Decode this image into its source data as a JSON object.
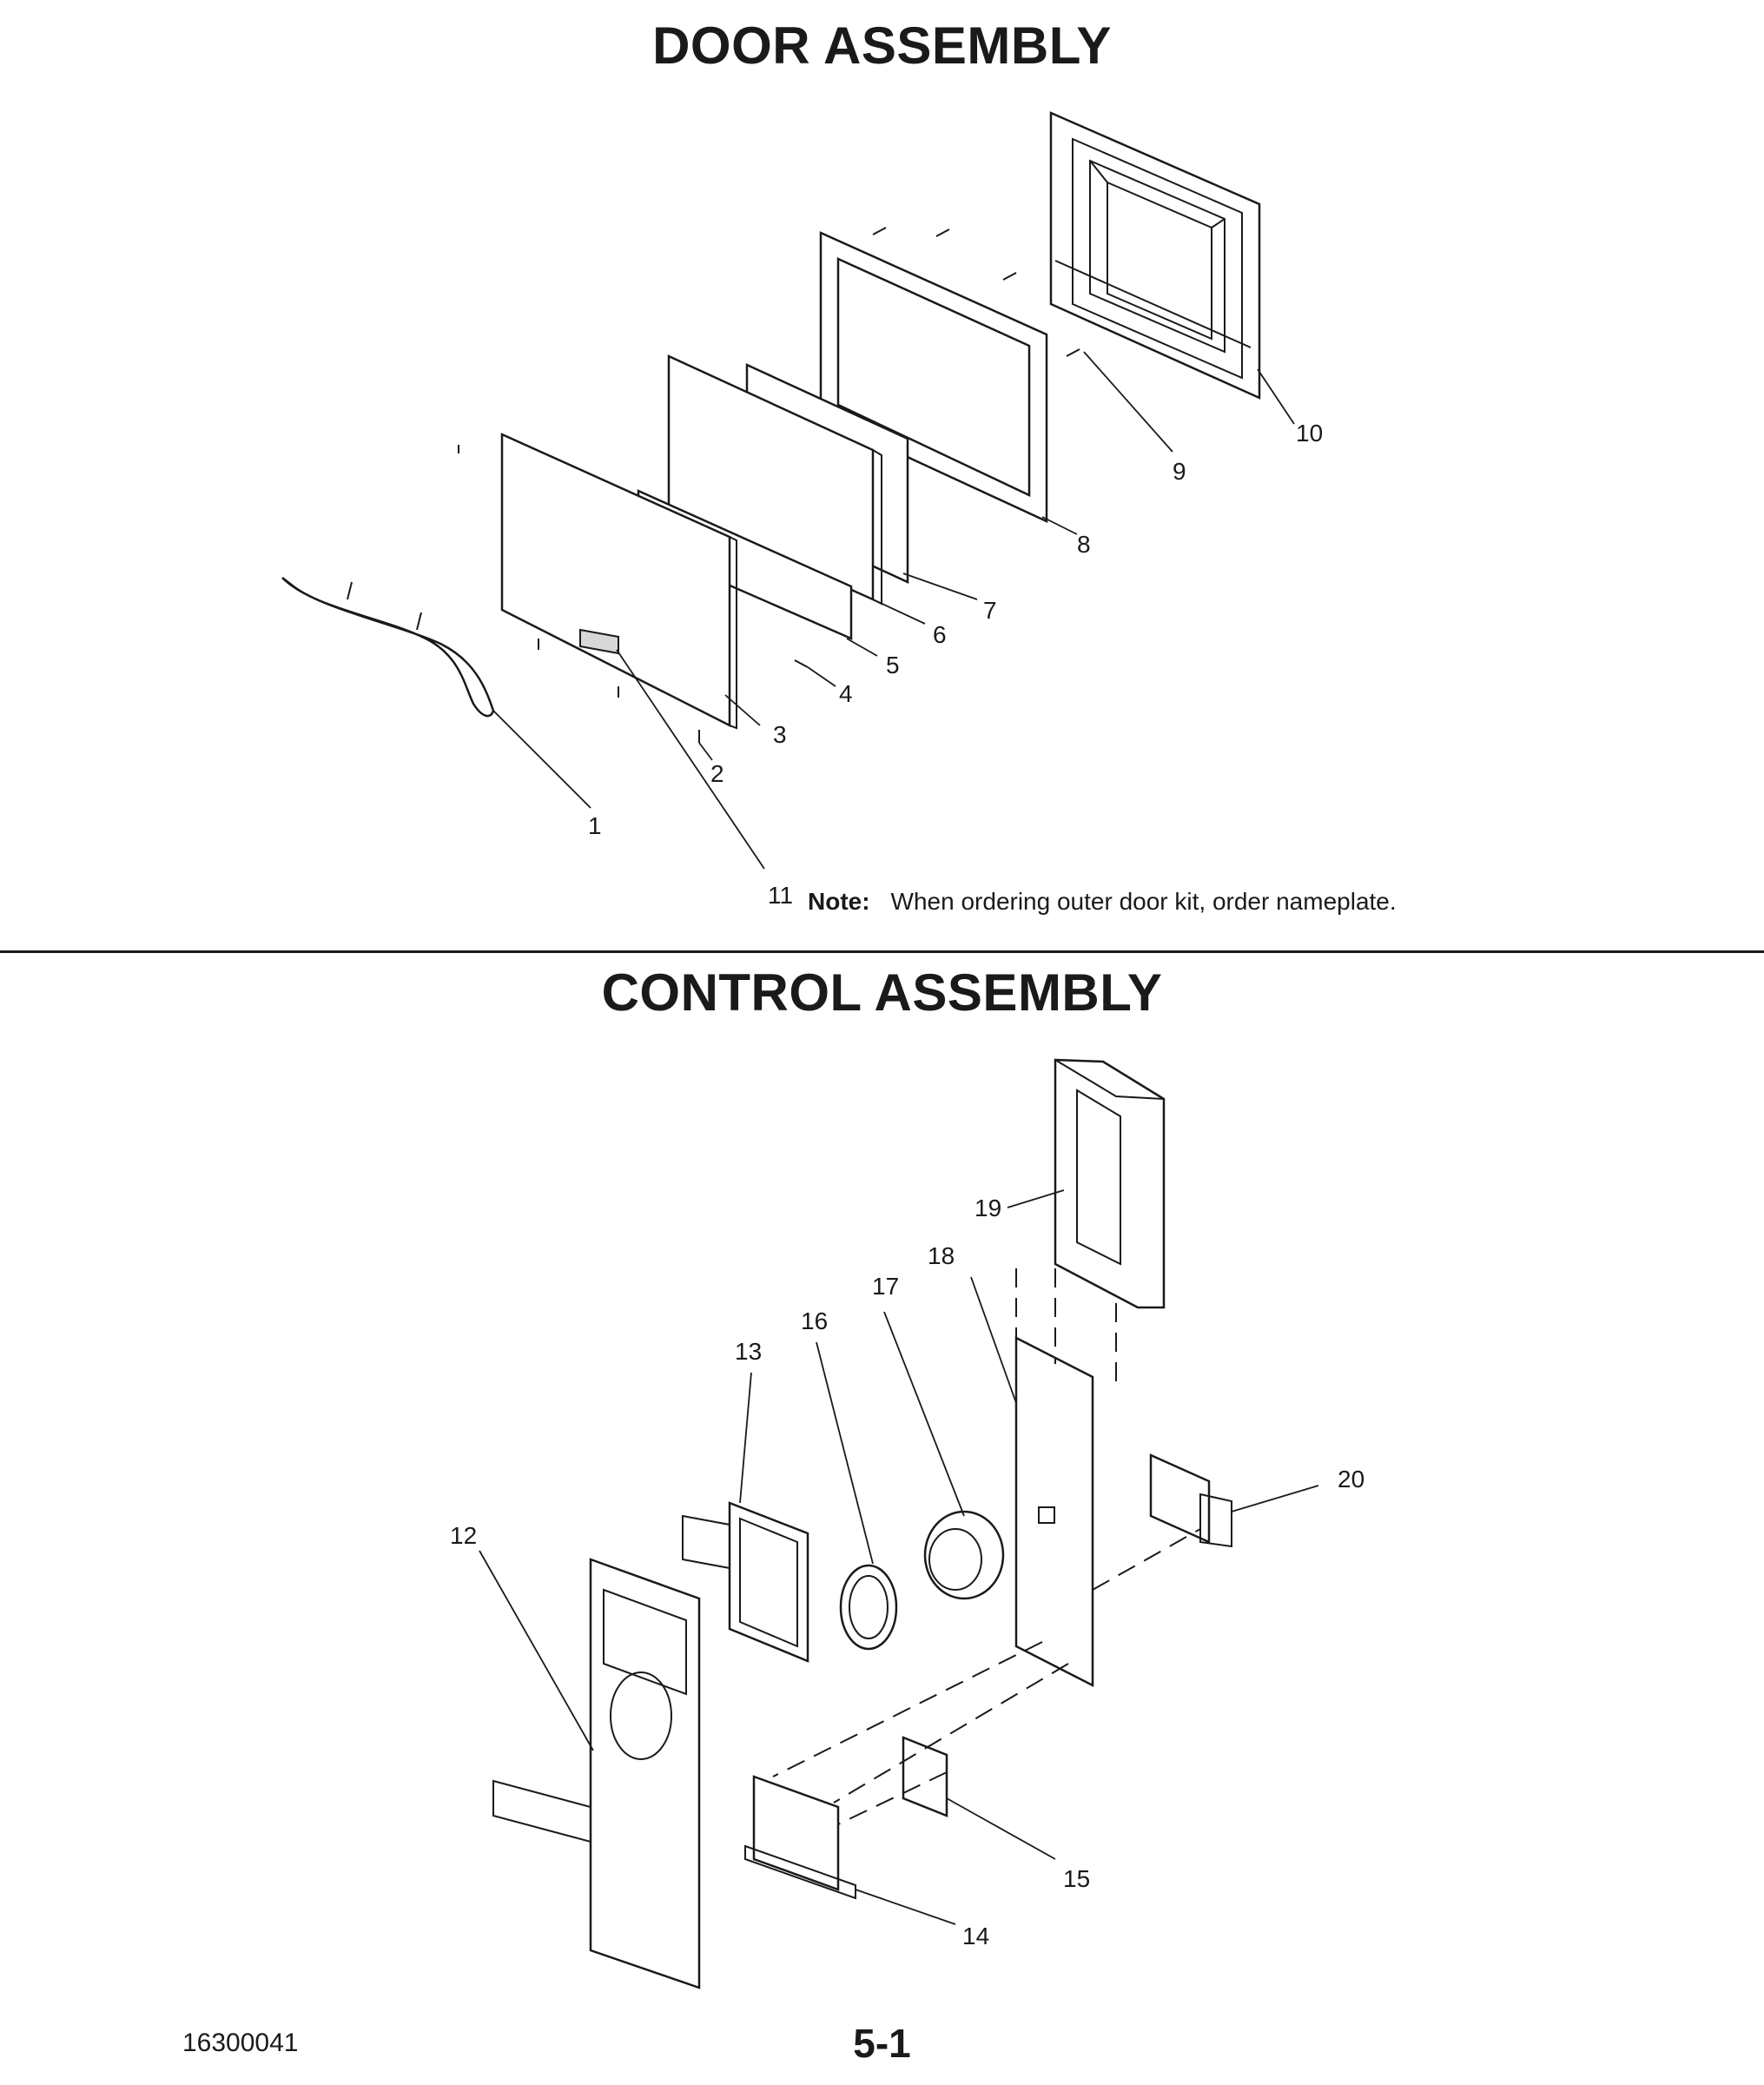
{
  "titles": {
    "door": "DOOR ASSEMBLY",
    "control": "CONTROL ASSEMBLY"
  },
  "note": {
    "label": "Note:",
    "text": "When ordering outer door kit, order nameplate."
  },
  "callouts": {
    "c1": "1",
    "c2": "2",
    "c3": "3",
    "c4": "4",
    "c5": "5",
    "c6": "6",
    "c7": "7",
    "c8": "8",
    "c9": "9",
    "c10": "10",
    "c11": "11",
    "c12": "12",
    "c13": "13",
    "c14": "14",
    "c15": "15",
    "c16": "16",
    "c17": "17",
    "c18": "18",
    "c19": "19",
    "c20": "20"
  },
  "footer": {
    "doc_id": "16300041",
    "page": "5-1"
  }
}
